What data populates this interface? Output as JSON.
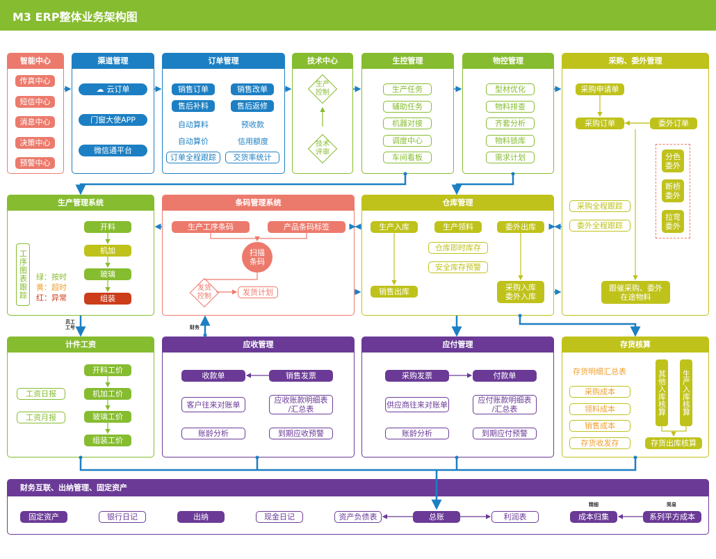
{
  "title": "M3 ERP整体业务架构图",
  "colors": {
    "green": "#86bc2f",
    "blue": "#1d7fc3",
    "red": "#ec7a6c",
    "olive": "#bfc21b",
    "purple": "#6a3a96",
    "orange": "#f0a030",
    "darkred": "#cc3d1a"
  },
  "smart": {
    "title": "智能中心",
    "items": [
      "传真中心",
      "短信中心",
      "消息中心",
      "决策中心",
      "预警中心"
    ]
  },
  "channel": {
    "title": "渠道管理",
    "items": [
      "云订单",
      "门窗大使APP",
      "微信通平台"
    ]
  },
  "order": {
    "title": "订单管理",
    "btns": [
      "销售订单",
      "销售改单",
      "售后补料",
      "售后返修"
    ],
    "texts": [
      "自动算料",
      "预收款",
      "自动算价",
      "信用额度"
    ],
    "outline": [
      "订单全程跟踪",
      "交货率统计"
    ]
  },
  "tech": {
    "title": "技术中心",
    "c1": "生产\n控制",
    "c2": "技术\n评审"
  },
  "prodctl": {
    "title": "生控管理",
    "items": [
      "生产任务",
      "辅助任务",
      "机器对接",
      "调度中心",
      "车间看板"
    ]
  },
  "material": {
    "title": "物控管理",
    "items": [
      "型材优化",
      "物料排查",
      "齐套分析",
      "物料锁库",
      "需求计划"
    ]
  },
  "purchase": {
    "title": "采购、委外管理",
    "req": "采购申请单",
    "order": "采购订单",
    "outsource": "委外订单",
    "sub": [
      "分色\n委外",
      "断桥\n委外",
      "拉弯\n委外"
    ],
    "track": [
      "采购全程跟踪",
      "委外全程跟踪"
    ],
    "follow": "跟催采购、委外\n在途物料"
  },
  "production": {
    "title": "生产管理系统",
    "side": "工序图表跟踪",
    "steps": [
      "开料",
      "机加",
      "玻璃",
      "组装"
    ],
    "legend": [
      "绿：按时",
      "黄：超时",
      "红：异常"
    ]
  },
  "barcode": {
    "title": "条码管理系统",
    "a": "生产工序条码",
    "b": "产品条码标签",
    "scan": "扫描\n条码",
    "ship": "发货\n控制",
    "plan": "发货计划"
  },
  "warehouse": {
    "title": "仓库管理",
    "in": "生产入库",
    "pick": "生产领料",
    "out": "委外出库",
    "stock": "仓库即时库存",
    "safe": "安全库存预警",
    "sale": "销售出库",
    "pin": "采购入库\n委外入库"
  },
  "labels": {
    "staff": "员工\n工号",
    "finance": "财务",
    "detail": "精细",
    "simple": "简易"
  },
  "wage": {
    "title": "计件工资",
    "steps": [
      "开料工价",
      "机加工价",
      "玻璃工价",
      "组装工价"
    ],
    "side": [
      "工资日报",
      "工资月报"
    ]
  },
  "ar": {
    "title": "应收管理",
    "a": "收款单",
    "b": "销售发票",
    "c": "客户往来对账单",
    "d": "应收账款明细表\n/汇总表",
    "e": "账龄分析",
    "f": "到期应收预警"
  },
  "ap": {
    "title": "应付管理",
    "a": "采购发票",
    "b": "付款单",
    "c": "供应商往来对账单",
    "d": "应付账款明细表\n/汇总表",
    "e": "账龄分析",
    "f": "到期应付预警"
  },
  "cost": {
    "title": "存货核算",
    "sum": "存货明细汇总表",
    "items": [
      "采购成本",
      "领料成本",
      "销售成本",
      "存货收发存"
    ],
    "v1": "其他入库核算",
    "v2": "生产入库核算",
    "out": "存货出库核算"
  },
  "finance": {
    "title": "财务互联、出纳管理、固定资产",
    "items": [
      "固定资产",
      "银行日记",
      "出纳",
      "现金日记",
      "资产负债表",
      "总账",
      "利润表",
      "成本归集",
      "系列平方成本"
    ]
  }
}
